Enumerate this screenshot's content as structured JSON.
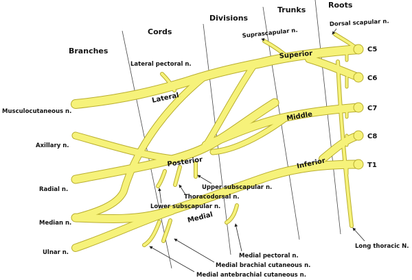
{
  "headers": {
    "branches": "Branches",
    "cords": "Cords",
    "divisions": "Divisions",
    "trunks": "Trunks",
    "roots": "Roots"
  },
  "roots": [
    "C5",
    "C6",
    "C7",
    "C8",
    "T1"
  ],
  "trunks": {
    "superior": "Superior",
    "middle": "Middle",
    "inferior": "Inferior"
  },
  "cords": {
    "lateral": "Lateral",
    "posterior": "Posterior",
    "medial": "Medial"
  },
  "branches": [
    "Musculocutaneous n.",
    "Axillary n.",
    "Radial n.",
    "Median n.",
    "Ulnar n."
  ],
  "nerves": {
    "dorsal_scapular": "Dorsal scapular n.",
    "suprascapular": "Suprascapular n.",
    "lateral_pectoral": "Lateral pectoral n.",
    "upper_subscapular": "Upper subscapular n.",
    "thoracodorsal": "Thoracodorsal n.",
    "lower_subscapular": "Lower subscapular n.",
    "medial_pectoral": "Medial pectoral n.",
    "medial_brachial": "Medial brachial cutaneous n.",
    "medial_antebrachial": "Medial antebrachial cutaneous n.",
    "long_thoracic": "Long thoracic N."
  },
  "colors": {
    "nerve": "#f6f27a",
    "outline": "#b8ad2c"
  }
}
